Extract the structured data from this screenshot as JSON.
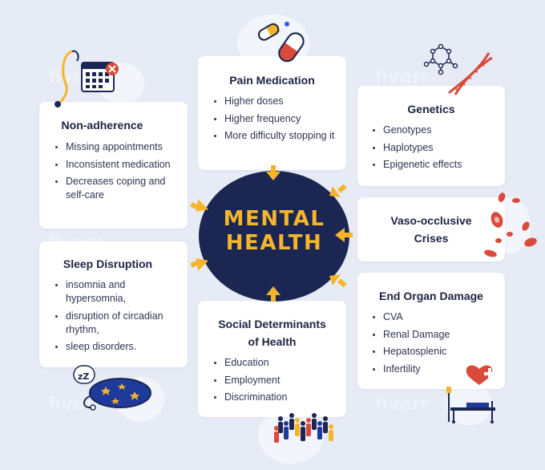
{
  "center": {
    "line1": "MENTAL",
    "line2": "HEALTH"
  },
  "cards": {
    "pain": {
      "title": "Pain Medication",
      "items": [
        "Higher doses",
        "Higher frequency",
        "More difficulty stopping it"
      ]
    },
    "nonadherence": {
      "title": "Non-adherence",
      "items": [
        "Missing appointments",
        "Inconsistent medication",
        "Decreases coping and self-care"
      ]
    },
    "genetics": {
      "title": "Genetics",
      "items": [
        "Genotypes",
        "Haplotypes",
        "Epigenetic effects"
      ]
    },
    "vaso": {
      "title_line1": "Vaso-occlusive",
      "title_line2": "Crises"
    },
    "sleep": {
      "title": "Sleep Disruption",
      "items": [
        "insomnia and hypersomnia,",
        "disruption of circadian rhythm,",
        "sleep disorders."
      ]
    },
    "endorgan": {
      "title": "End Organ Damage",
      "items": [
        "CVA",
        "Renal Damage",
        "Hepatosplenic",
        "Infertility"
      ]
    },
    "social": {
      "title_line1": "Social Determinants",
      "title_line2": "of Health",
      "items": [
        "Education",
        "Employment",
        "Discrimination"
      ]
    }
  },
  "sleep_icon_text": "zZ",
  "watermark": "fiverr",
  "colors": {
    "background": "#e6ebf6",
    "card": "#ffffff",
    "center_circle": "#1b2752",
    "accent_yellow": "#f5b52b",
    "accent_red": "#d94a3a",
    "text_dark": "#1d2343"
  },
  "icons": [
    "pills-icon",
    "calendar-stethoscope-icon",
    "dna-icon",
    "blood-cells-icon",
    "sleep-mask-icon",
    "hospital-bed-icon",
    "crowd-icon"
  ]
}
